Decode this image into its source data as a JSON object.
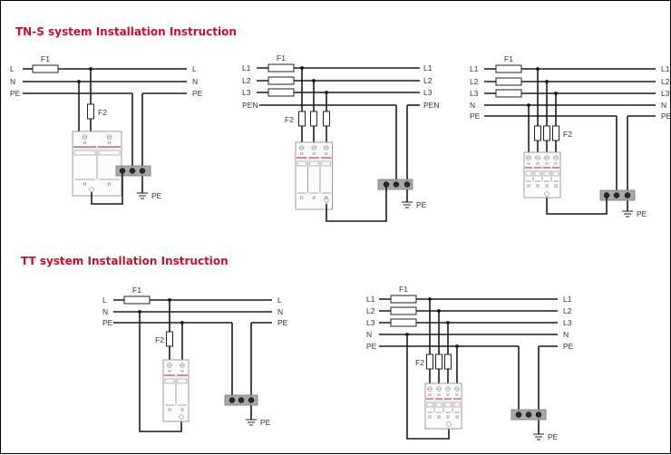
{
  "sections": [
    {
      "title": "TN-S system Installation Instruction",
      "diagrams": [
        {
          "id": "tns-1p",
          "lines_left": [
            "L",
            "N",
            "PE"
          ],
          "lines_right": [
            "L",
            "N",
            "PE"
          ],
          "fuse_main_label": "F1",
          "fuse_spd_label": "F2",
          "ground_label": "PE"
        },
        {
          "id": "tncs-3p",
          "lines_left": [
            "L1",
            "L2",
            "L3",
            "PEN"
          ],
          "lines_right": [
            "L1",
            "L2",
            "L3",
            "PEN"
          ],
          "fuse_main_label": "F1",
          "fuse_spd_label": "F2",
          "ground_label": "PE"
        },
        {
          "id": "tns-3p",
          "lines_left": [
            "L1",
            "L2",
            "L3",
            "N",
            "PE"
          ],
          "lines_right": [
            "L1",
            "L2",
            "L3",
            "N",
            "PE"
          ],
          "fuse_main_label": "F1",
          "fuse_spd_label": "F2",
          "ground_label": "PE"
        }
      ]
    },
    {
      "title": "TT system Installation Instruction",
      "diagrams": [
        {
          "id": "tt-1p",
          "lines_left": [
            "L",
            "N",
            "PE"
          ],
          "lines_right": [
            "L",
            "N",
            "PE"
          ],
          "fuse_main_label": "F1",
          "fuse_spd_label": "F2",
          "ground_label": "PE"
        },
        {
          "id": "tt-3p",
          "lines_left": [
            "L1",
            "L2",
            "L3",
            "N",
            "PE"
          ],
          "lines_right": [
            "L1",
            "L2",
            "L3",
            "N",
            "PE"
          ],
          "fuse_main_label": "F1",
          "fuse_spd_label": "F2",
          "ground_label": "PE"
        }
      ]
    }
  ],
  "colors": {
    "title": "#c8102e",
    "wire": "#1a1a1a",
    "terminal_bar": "#a9a9a9",
    "spd_band": "#d23a4a"
  }
}
